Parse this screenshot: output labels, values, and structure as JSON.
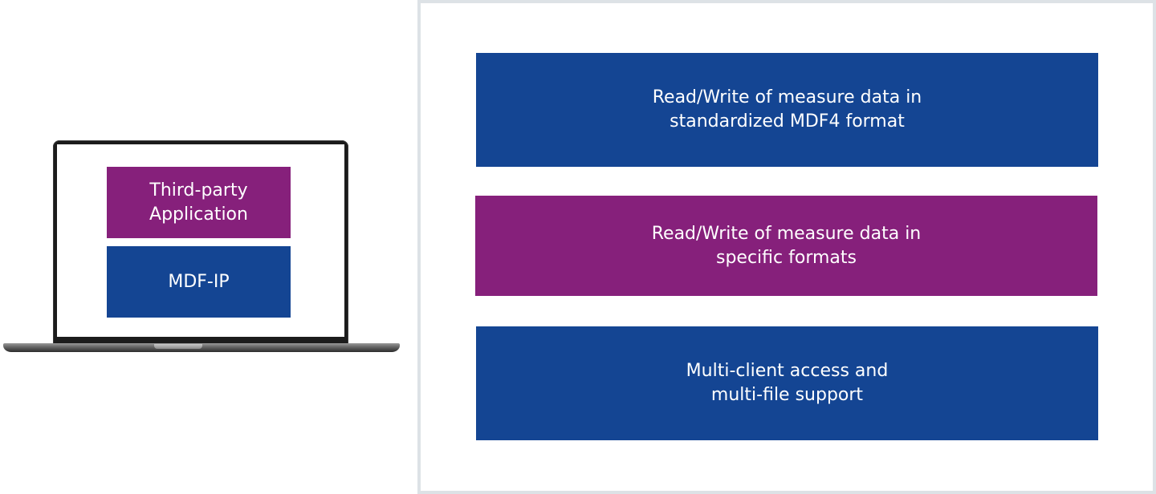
{
  "laptop": {
    "top_box": {
      "label": "Third-party\nApplication",
      "color": "#86207b"
    },
    "bottom_box": {
      "label": "MDF-IP",
      "color": "#144593"
    }
  },
  "features": [
    {
      "label": "Read/Write of measure data in\nstandardized MDF4 format",
      "color": "#144593"
    },
    {
      "label": "Read/Write of measure data in\nspecific formats",
      "color": "#86207b"
    },
    {
      "label": "Multi-client access and\nmulti-file support",
      "color": "#144593"
    }
  ]
}
